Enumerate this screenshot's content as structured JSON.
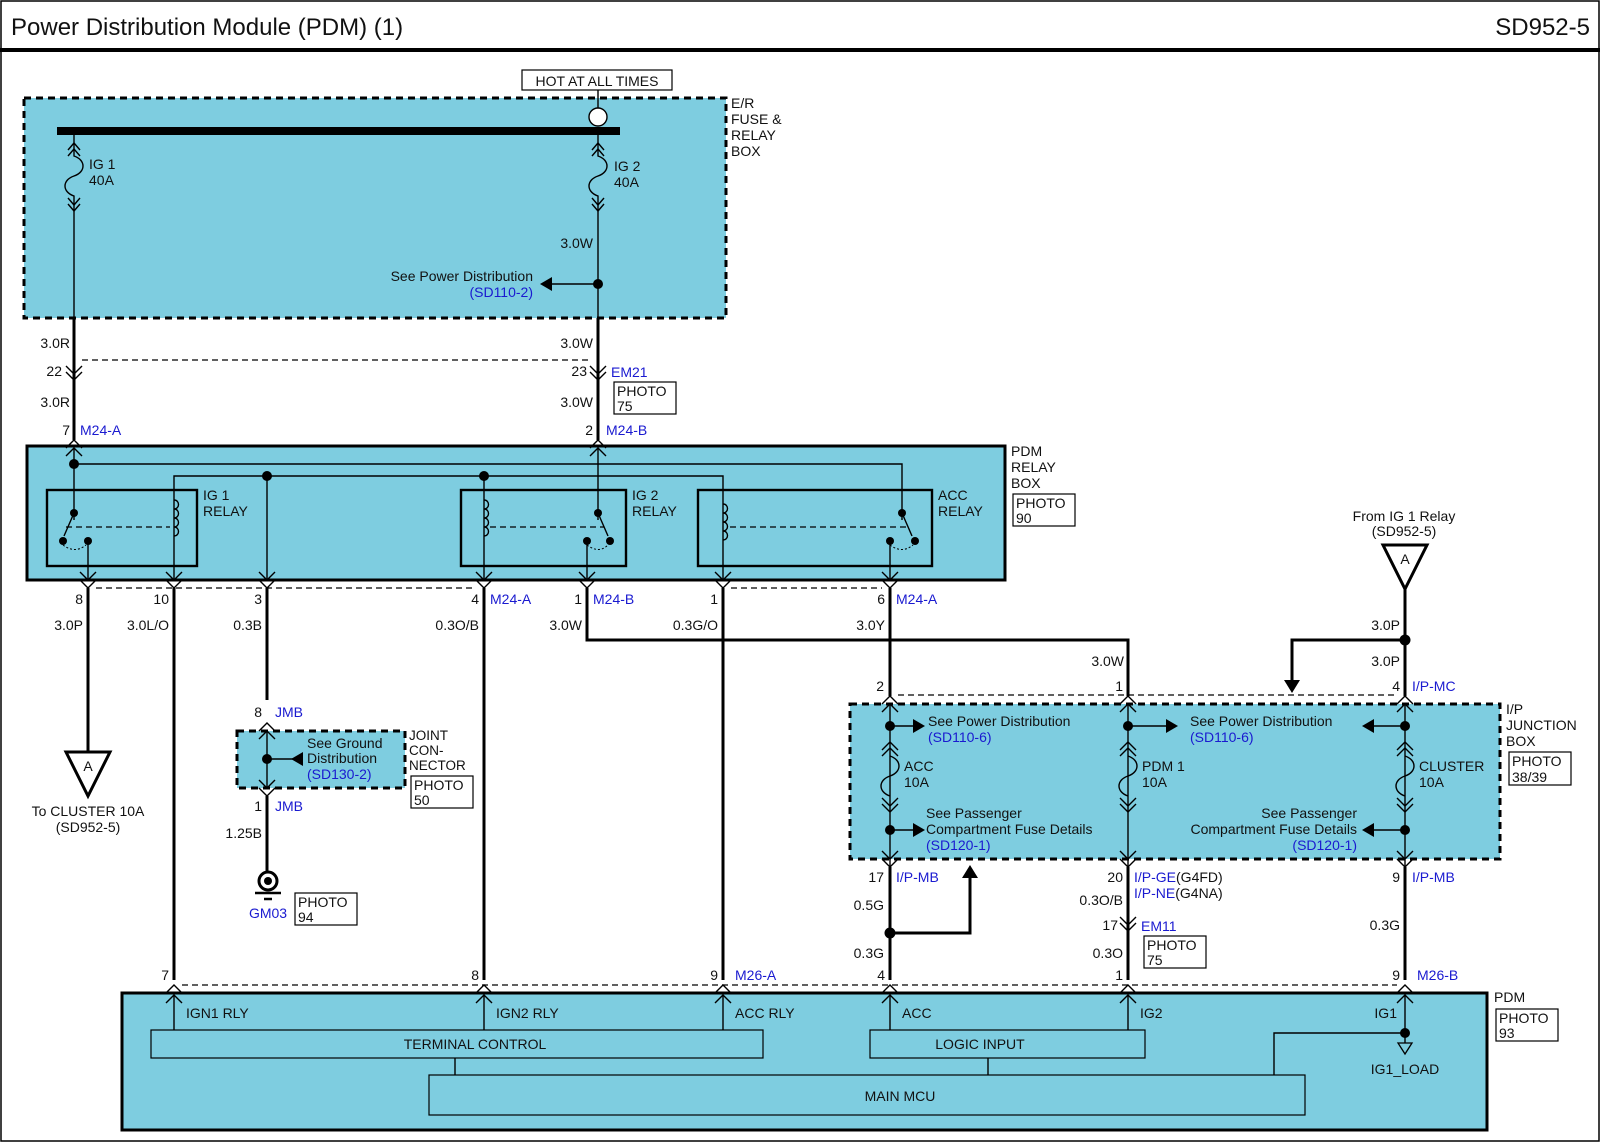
{
  "header": {
    "title": "Power Distribution Module (PDM) (1)",
    "page_ref": "SD952-5"
  },
  "colors": {
    "component_fill": "#7ecde0",
    "connector_text": "#1a1ad0",
    "line": "#000000"
  },
  "er_box": {
    "hot_label": "HOT AT ALL TIMES",
    "name": [
      "E/R",
      "FUSE &",
      "RELAY",
      "BOX"
    ],
    "fuse_ig1": [
      "IG 1",
      "40A"
    ],
    "fuse_ig2": [
      "IG 2",
      "40A"
    ],
    "wire_ig2": "3.0W",
    "see_power": "See Power Distribution",
    "see_power_ref": "(SD110-2)"
  },
  "em21": {
    "wire_top_left": "3.0R",
    "wire_top_right": "3.0W",
    "pin_left": "22",
    "pin_right": "23",
    "connector": "EM21",
    "photo": [
      "PHOTO",
      "75"
    ],
    "wire_bottom_left": "3.0R",
    "wire_bottom_right": "3.0W"
  },
  "relay_box": {
    "name": [
      "PDM",
      "RELAY",
      "BOX"
    ],
    "photo": [
      "PHOTO",
      "90"
    ],
    "top_pins": [
      {
        "pin": "7",
        "connector": "M24-A"
      },
      {
        "pin": "2",
        "connector": "M24-B"
      }
    ],
    "relays": [
      {
        "name": [
          "IG 1",
          "RELAY"
        ]
      },
      {
        "name": [
          "IG 2",
          "RELAY"
        ]
      },
      {
        "name": [
          "ACC",
          "RELAY"
        ]
      }
    ],
    "bottom_pins": [
      {
        "pin": "8",
        "connector": "",
        "wire": "3.0P"
      },
      {
        "pin": "10",
        "connector": "",
        "wire": "3.0L/O"
      },
      {
        "pin": "3",
        "connector": "",
        "wire": "0.3B"
      },
      {
        "pin": "4",
        "connector": "M24-A",
        "wire": "0.3O/B"
      },
      {
        "pin": "1",
        "connector": "M24-B",
        "wire": "3.0W"
      },
      {
        "pin": "1",
        "connector": "",
        "wire": "0.3G/O"
      },
      {
        "pin": "6",
        "connector": "M24-A",
        "wire": "3.0Y"
      }
    ]
  },
  "to_cluster": {
    "symbol": "A",
    "label": "To CLUSTER 10A",
    "ref": "(SD952-5)"
  },
  "joint_connector": {
    "pin_top": "8",
    "conn_top": "JMB",
    "see": [
      "See Ground",
      "Distribution"
    ],
    "ref": "(SD130-2)",
    "name": [
      "JOINT",
      "CON-",
      "NECTOR"
    ],
    "photo": [
      "PHOTO",
      "50"
    ],
    "pin_bottom": "1",
    "conn_bottom": "JMB",
    "wire": "1.25B",
    "ground": "GM03",
    "ground_photo": [
      "PHOTO",
      "94"
    ]
  },
  "from_ig1": {
    "label": "From  IG 1 Relay",
    "ref": "(SD952-5)",
    "symbol": "A",
    "wire_a": "3.0P",
    "wire_b": "3.0P"
  },
  "ip_junction": {
    "name": [
      "I/P",
      "JUNCTION",
      "BOX"
    ],
    "photo": [
      "PHOTO",
      "38/39"
    ],
    "wire_pdm1_in": "3.0W",
    "top_pins": [
      {
        "pin": "2",
        "connector": ""
      },
      {
        "pin": "1",
        "connector": ""
      },
      {
        "pin": "4",
        "connector": "I/P-MC"
      }
    ],
    "fuses": [
      {
        "name": "ACC",
        "rating": "10A"
      },
      {
        "name": "PDM 1",
        "rating": "10A"
      },
      {
        "name": "CLUSTER",
        "rating": "10A"
      }
    ],
    "see_power": "See Power Distribution",
    "see_power_ref": "(SD110-6)",
    "see_pass": [
      "See Passenger",
      "Compartment Fuse Details"
    ],
    "see_pass_ref": "(SD120-1)",
    "bottom": {
      "acc_pin": "17",
      "acc_conn": "I/P-MB",
      "acc_wire": "0.5G",
      "pdm_pin": "20",
      "pdm_conn1": "I/P-GE",
      "pdm_var1": "(G4FD)",
      "pdm_conn2": "I/P-NE",
      "pdm_var2": "(G4NA)",
      "pdm_wire": "0.3O/B",
      "cl_pin": "9",
      "cl_conn": "I/P-MB",
      "cl_wire": "0.3G"
    }
  },
  "em11": {
    "pin": "17",
    "connector": "EM11",
    "photo": [
      "PHOTO",
      "75"
    ],
    "wire_below": "0.3O",
    "acc_wire_below": "0.3G"
  },
  "pdm": {
    "name": "PDM",
    "photo": [
      "PHOTO",
      "93"
    ],
    "pins": [
      {
        "pin": "7",
        "connector": "",
        "label": "IGN1 RLY"
      },
      {
        "pin": "8",
        "connector": "",
        "label": "IGN2 RLY"
      },
      {
        "pin": "9",
        "connector": "M26-A",
        "label": "ACC RLY"
      },
      {
        "pin": "4",
        "connector": "",
        "label": "ACC"
      },
      {
        "pin": "1",
        "connector": "",
        "label": "IG2"
      },
      {
        "pin": "9",
        "connector": "M26-B",
        "label": "IG1"
      }
    ],
    "terminal_control": "TERMINAL CONTROL",
    "logic_input": "LOGIC INPUT",
    "main_mcu": "MAIN MCU",
    "ig1_load": "IG1_LOAD"
  }
}
